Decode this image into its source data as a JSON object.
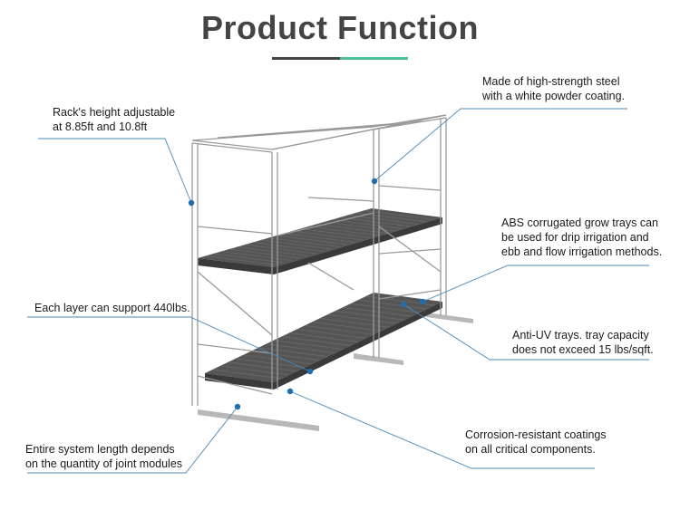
{
  "title": "Product Function",
  "colors": {
    "title_text": "#444444",
    "underline_dark": "#444444",
    "underline_accent": "#4dbf9a",
    "leader_line": "#4a8ab8",
    "leader_dot": "#1e6fb0",
    "steel": "#eeeeee",
    "steel_edge": "#9a9a9a",
    "tray": "#555555",
    "tray_dark": "#3a3a3a",
    "foot": "#b8b8b8"
  },
  "callouts": {
    "height": {
      "lines": [
        "Rack's height adjustable",
        "at 8.85ft and 10.8ft"
      ]
    },
    "steel": {
      "lines": [
        "Made of high-strength steel",
        "with a white powder coating."
      ]
    },
    "abs": {
      "lines": [
        "ABS corrugated grow trays can",
        "be used for drip irrigation and",
        "ebb and flow irrigation methods."
      ]
    },
    "layer": {
      "lines": [
        "Each layer can support 440lbs."
      ]
    },
    "uv": {
      "lines": [
        "Anti-UV trays. tray capacity",
        "does not exceed 15 lbs/sqft."
      ]
    },
    "corrosion": {
      "lines": [
        "Corrosion-resistant coatings",
        "on all critical components."
      ]
    },
    "length": {
      "lines": [
        "Entire system length depends",
        "on the quantity of joint modules"
      ]
    }
  }
}
